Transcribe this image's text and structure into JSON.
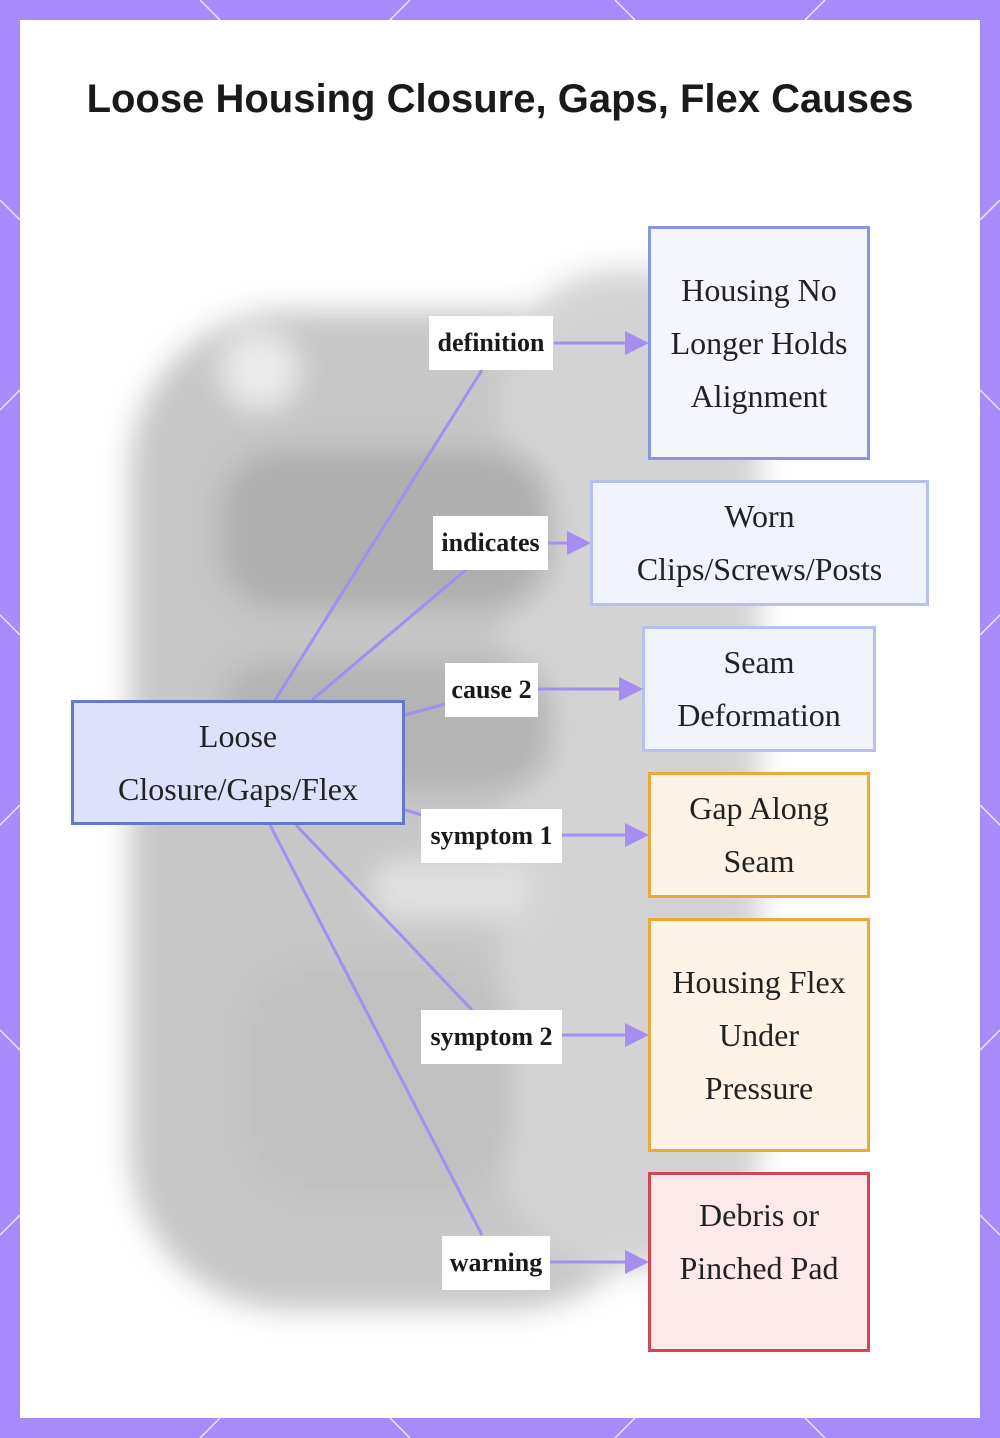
{
  "title": "Loose Housing Closure, Gaps, Flex Causes",
  "colors": {
    "frame": "#a78bfa",
    "edge": "#a58ef0",
    "root_fill": "#dde1fb",
    "root_border": "#6677cc",
    "definition_border": "#8896e0",
    "cause_border": "#b8c0f0",
    "symptom_fill": "#fdf4e7",
    "symptom_border": "#eca93a",
    "warning_fill": "#fde8ea",
    "warning_border": "#d04654"
  },
  "root": {
    "label": "Loose Closure/Gaps/Flex"
  },
  "branches": [
    {
      "edge_label": "definition",
      "target": "Housing No Longer Holds Alignment"
    },
    {
      "edge_label": "indicates",
      "target": "Worn Clips/Screws/Posts"
    },
    {
      "edge_label": "cause 2",
      "target": "Seam Deformation"
    },
    {
      "edge_label": "symptom 1",
      "target": "Gap Along Seam"
    },
    {
      "edge_label": "symptom 2",
      "target": "Housing Flex Under Pressure"
    },
    {
      "edge_label": "warning",
      "target": "Debris or Pinched Pad"
    }
  ]
}
